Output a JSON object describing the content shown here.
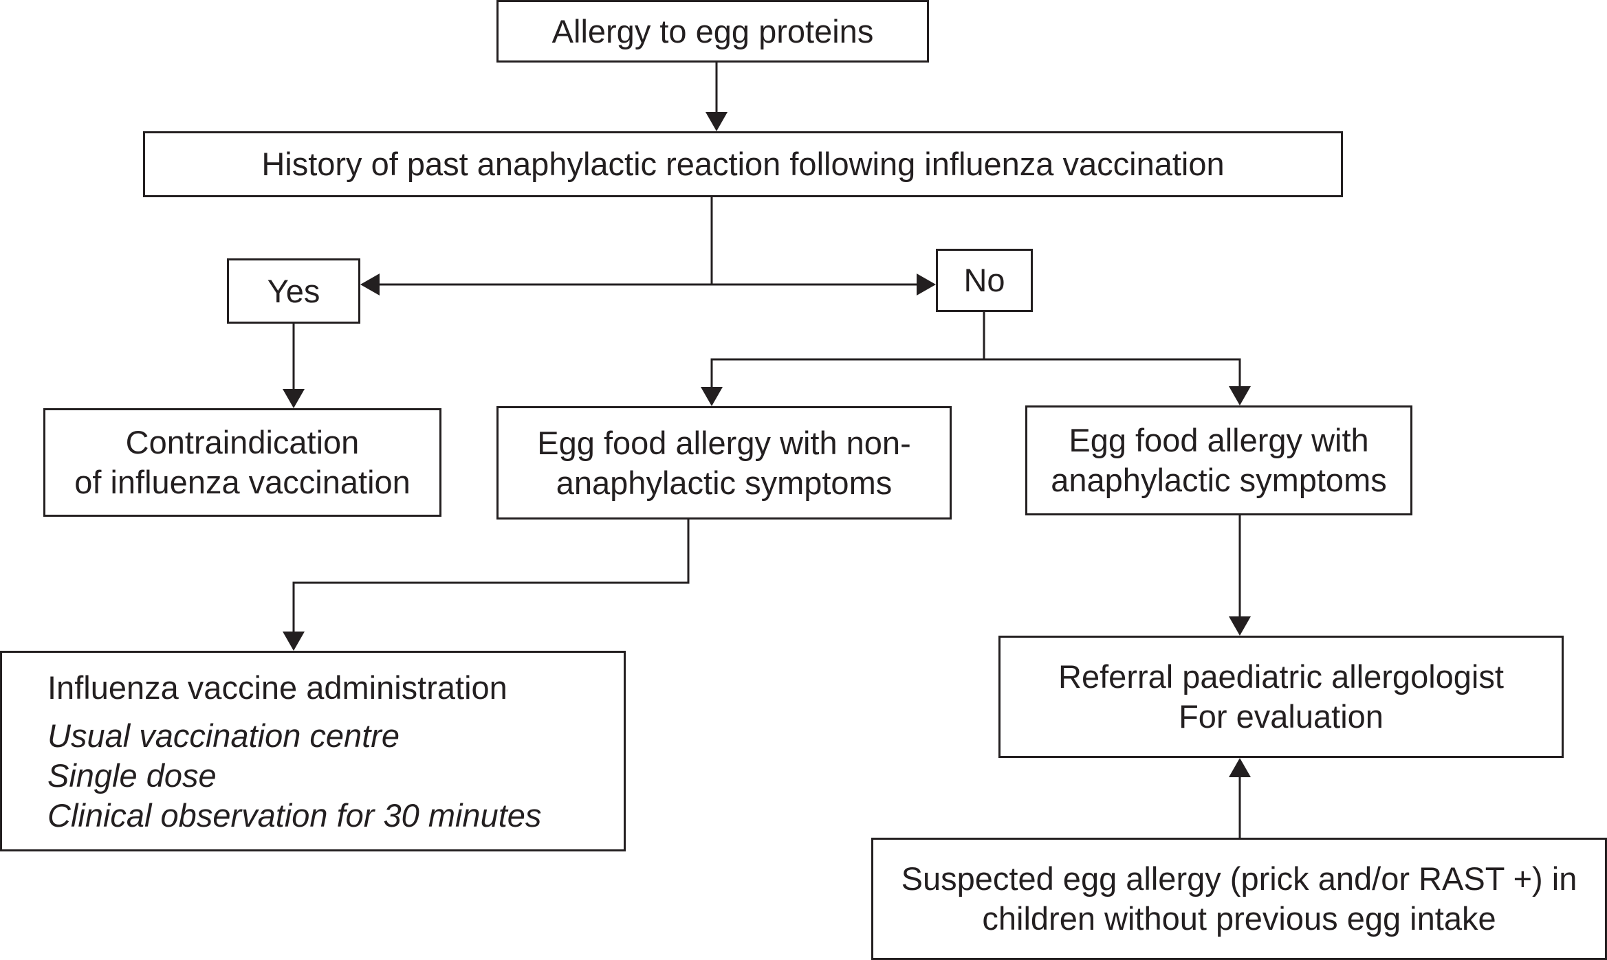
{
  "flowchart": {
    "allergy": "Allergy to egg proteins",
    "history": "History of past anaphylactic reaction following influenza vaccination",
    "yes": "Yes",
    "no": "No",
    "contraindication": {
      "line1": "Contraindication",
      "line2": "of influenza vaccination"
    },
    "non_anaphylactic": {
      "line1": "Egg food allergy with non-",
      "line2": "anaphylactic symptoms"
    },
    "anaphylactic": {
      "line1": "Egg food allergy with",
      "line2": "anaphylactic symptoms"
    },
    "administration": {
      "title": "Influenza vaccine administration",
      "items": [
        "Usual vaccination centre",
        "Single dose",
        "Clinical observation for 30 minutes"
      ]
    },
    "referral": {
      "line1": "Referral paediatric allergologist",
      "line2": "For evaluation"
    },
    "suspected": {
      "line1": "Suspected egg allergy (prick and/or RAST +) in",
      "line2": "children without previous egg intake"
    }
  }
}
